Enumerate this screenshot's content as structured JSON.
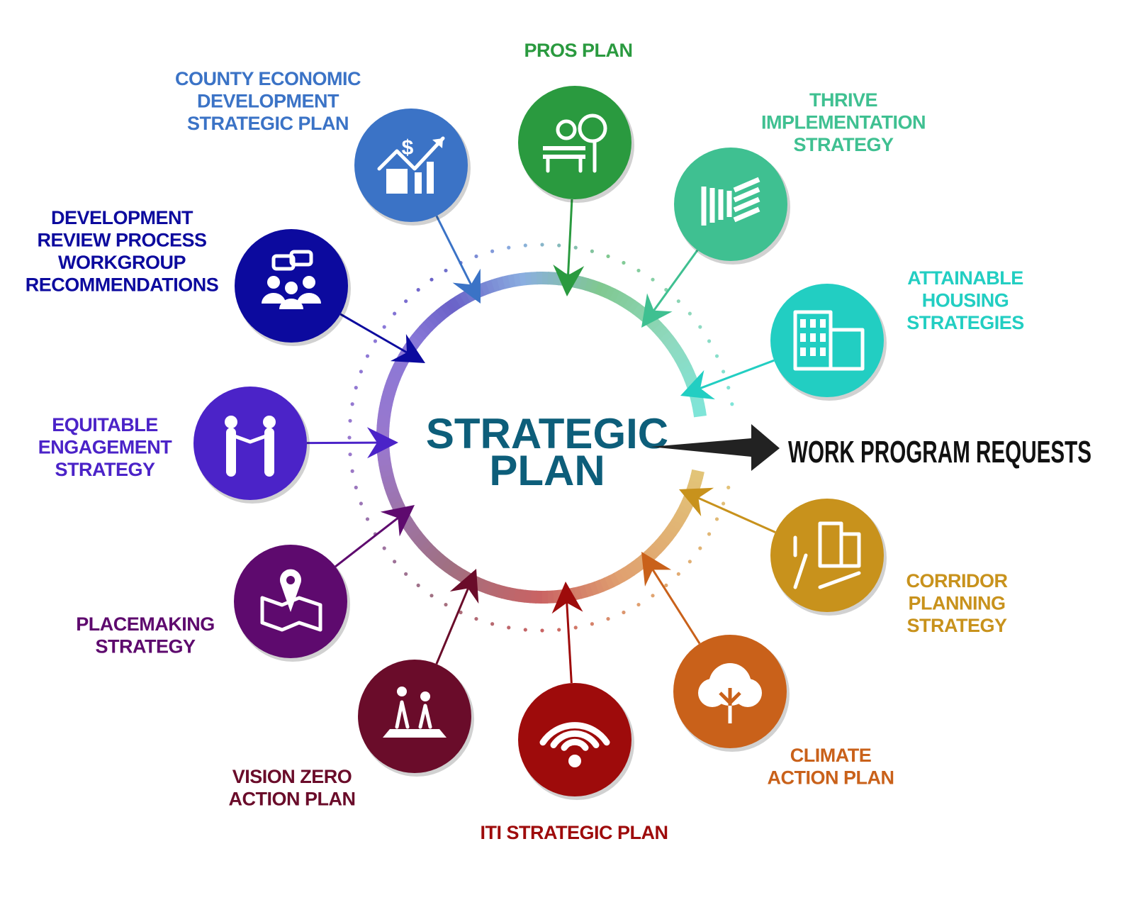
{
  "center": {
    "lines": [
      "STRATEGIC",
      "PLAN"
    ],
    "color": "#0d5e7a"
  },
  "output": {
    "label": "WORK PROGRAM REQUESTS",
    "color": "#222222"
  },
  "nodes": [
    {
      "id": "county-economic-development",
      "lines": [
        "COUNTY ECONOMIC",
        "DEVELOPMENT",
        "STRATEGIC PLAN"
      ],
      "color": "#3b73c6",
      "icon": "house-dollar-growth-icon"
    },
    {
      "id": "pros-plan",
      "lines": [
        "PROS PLAN"
      ],
      "color": "#2a9a3f",
      "icon": "park-bench-tree-icon"
    },
    {
      "id": "thrive-implementation",
      "lines": [
        "THRIVE",
        "IMPLEMENTATION",
        "STRATEGY"
      ],
      "color": "#3fc091",
      "icon": "thrive-logo-icon"
    },
    {
      "id": "attainable-housing",
      "lines": [
        "ATTAINABLE",
        "HOUSING",
        "STRATEGIES"
      ],
      "color": "#22cec2",
      "icon": "apartment-buildings-icon"
    },
    {
      "id": "corridor-planning",
      "lines": [
        "CORRIDOR",
        "PLANNING",
        "STRATEGY"
      ],
      "color": "#c8921c",
      "icon": "corridor-street-buildings-icon"
    },
    {
      "id": "climate-action",
      "lines": [
        "CLIMATE",
        "ACTION PLAN"
      ],
      "color": "#c9611a",
      "icon": "tree-icon"
    },
    {
      "id": "iti-strategic",
      "lines": [
        "ITI STRATEGIC PLAN"
      ],
      "color": "#9e0b0b",
      "icon": "wifi-icon"
    },
    {
      "id": "vision-zero",
      "lines": [
        "VISION ZERO",
        "ACTION PLAN"
      ],
      "color": "#6a0c2a",
      "icon": "pedestrian-crosswalk-icon"
    },
    {
      "id": "placemaking",
      "lines": [
        "PLACEMAKING",
        "STRATEGY"
      ],
      "color": "#5e0a6e",
      "icon": "map-pin-icon"
    },
    {
      "id": "equitable-engagement",
      "lines": [
        "EQUITABLE",
        "ENGAGEMENT",
        "STRATEGY"
      ],
      "color": "#4b23c8",
      "icon": "handshake-people-icon"
    },
    {
      "id": "development-review",
      "lines": [
        "DEVELOPMENT",
        "REVIEW PROCESS",
        "WORKGROUP",
        "RECOMMENDATIONS"
      ],
      "color": "#0c0a9e",
      "icon": "group-discussion-icon"
    }
  ]
}
